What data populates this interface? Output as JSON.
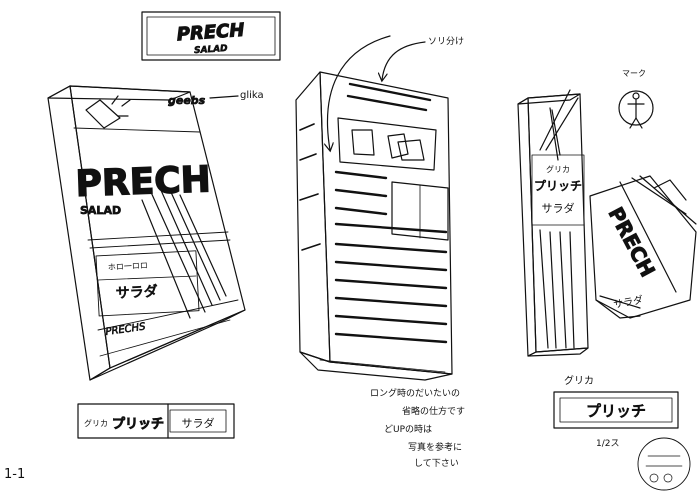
{
  "sheet": {
    "page_number": "1-1",
    "callout_glika": "glika",
    "callout_cut": "ソリ分け",
    "mark_label": "マーク",
    "guriko_label": "グリカ",
    "scale_note": "1/2ス",
    "note_lines": [
      "ロング時のだいたいの",
      "省略の仕方です",
      "どUPの時は",
      "写真を参考に",
      "して下さい"
    ]
  },
  "box_front": {
    "logo_small": "geebs",
    "logo_main": "PRECH",
    "sub": "SALAD",
    "jp_small": "ホロ一ロロ",
    "jp_salad": "サラダ",
    "badge": "PRECHS"
  },
  "title_plate": {
    "main": "PRECH",
    "sub": "SALAD"
  },
  "bottom_label": {
    "brand": "グリカ",
    "name": "プリッチ",
    "sub": "サラダ"
  },
  "tall_box": {
    "brand": "グリカ",
    "name": "プリッチ",
    "sub": "サラダ"
  },
  "open_pack": {
    "text": "PRECH",
    "jp": "サラダ"
  },
  "name_plate": {
    "text": "プリッチ"
  }
}
